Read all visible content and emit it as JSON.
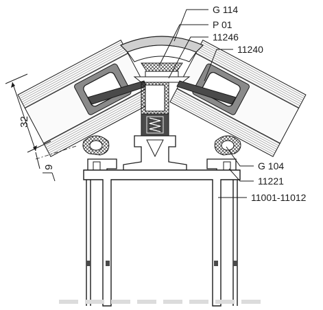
{
  "callouts": {
    "g114": "G 114",
    "p01": "P 01",
    "p11246": "11246",
    "p11240": "11240",
    "g104": "G 104",
    "p11221": "11221",
    "p11001": "11001-11012"
  },
  "dimensions": {
    "d32": "32",
    "d9": "9"
  },
  "colors": {
    "line": "#1a1a1a",
    "glass": "#f4f4f4",
    "gasket_dark": "#4a4a4a",
    "gasket_grey": "#8a8a8a",
    "profile": "#ffffff"
  }
}
